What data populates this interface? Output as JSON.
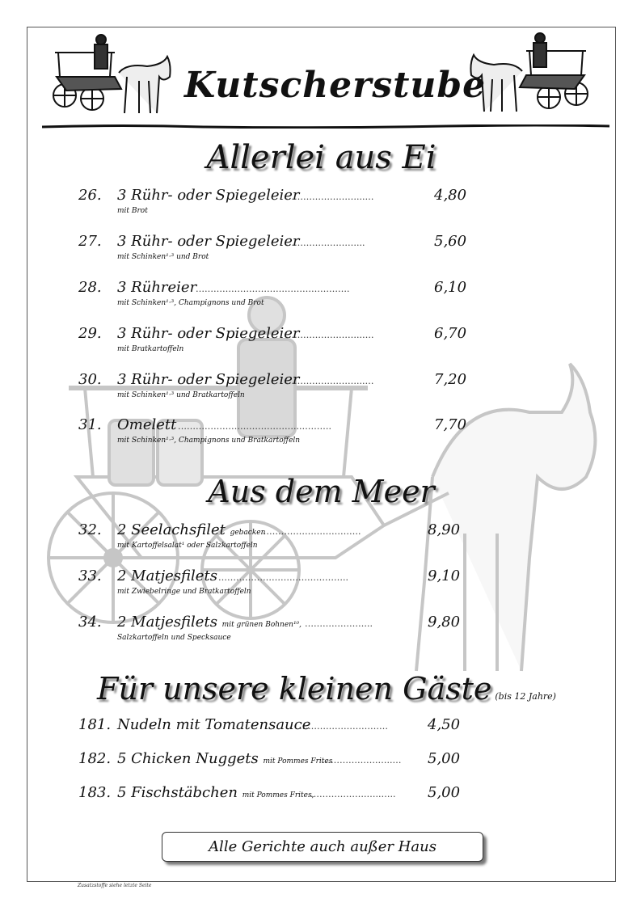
{
  "header": {
    "title": "Kutscherstube"
  },
  "sections": [
    {
      "title": "Allerlei aus Ei",
      "items": [
        {
          "num": "26.",
          "name": "3 Rühr- oder Spiegeleier",
          "dots": "……………………...…",
          "price": "4,80",
          "desc": "mit Brot"
        },
        {
          "num": "27.",
          "name": "3 Rühr- oder Spiegeleier",
          "dots": "……………………...",
          "price": "5,60",
          "desc": "mit Schinken¹·³ und Brot"
        },
        {
          "num": "28.",
          "name": "3 Rühreier",
          "dots": "…………………………………………….",
          "price": "6,10",
          "desc": "mit Schinken¹·³, Champignons und Brot"
        },
        {
          "num": "29.",
          "name": "3 Rühr- oder Spiegeleier",
          "dots": "……………………..….",
          "price": "6,70",
          "desc": "mit Bratkartoffeln"
        },
        {
          "num": "30.",
          "name": "3 Rühr- oder Spiegeleier",
          "dots": "……………………...…",
          "price": "7,20",
          "desc": "mit Schinken¹·³ und Bratkartoffeln"
        },
        {
          "num": "31.",
          "name": "Omelett",
          "dots": "…………………………………...……….",
          "price": "7,70",
          "desc": "mit Schinken¹·³, Champignons und Bratkartoffeln"
        }
      ]
    },
    {
      "title": "Aus dem Meer",
      "items": [
        {
          "num": "32.",
          "name": "2 Seelachsfilet",
          "name_small": "gebacken",
          "dots": "…………………………….",
          "price": "8,90",
          "desc": "mit Kartoffelsalat¹ oder Salzkartoffeln"
        },
        {
          "num": "33.",
          "name": "2 Matjesfilets",
          "dots": "……………………………………..",
          "price": "9,10",
          "desc": "mit Zwiebelringe und Bratkartoffeln"
        },
        {
          "num": "34.",
          "name": "2 Matjesfilets",
          "name_small": "mit grünen Bohnen¹⁰,",
          "dots": "…………………..",
          "price": "9,80",
          "desc": "Salzkartoffeln und Specksauce"
        }
      ]
    },
    {
      "title": "Für unsere kleinen Gäste",
      "title_small": "(bis 12 Jahre)",
      "items": [
        {
          "num": "181.",
          "name": "Nudeln mit Tomatensauce",
          "dots": "…………………………",
          "price": "4,50"
        },
        {
          "num": "182.",
          "name": "5 Chicken Nuggets",
          "name_small": "mit Pommes Frites",
          "dots": "……………….…..…",
          "price": "5,00"
        },
        {
          "num": "183.",
          "name": "5 Fischstäbchen",
          "name_small": "mit Pommes Frites,",
          "dots": "……………….…..…..",
          "price": "5,00"
        }
      ]
    }
  ],
  "note": "Alle Gerichte auch außer Haus",
  "footnote": "Zusatzstoffe siehe letzte Seite"
}
